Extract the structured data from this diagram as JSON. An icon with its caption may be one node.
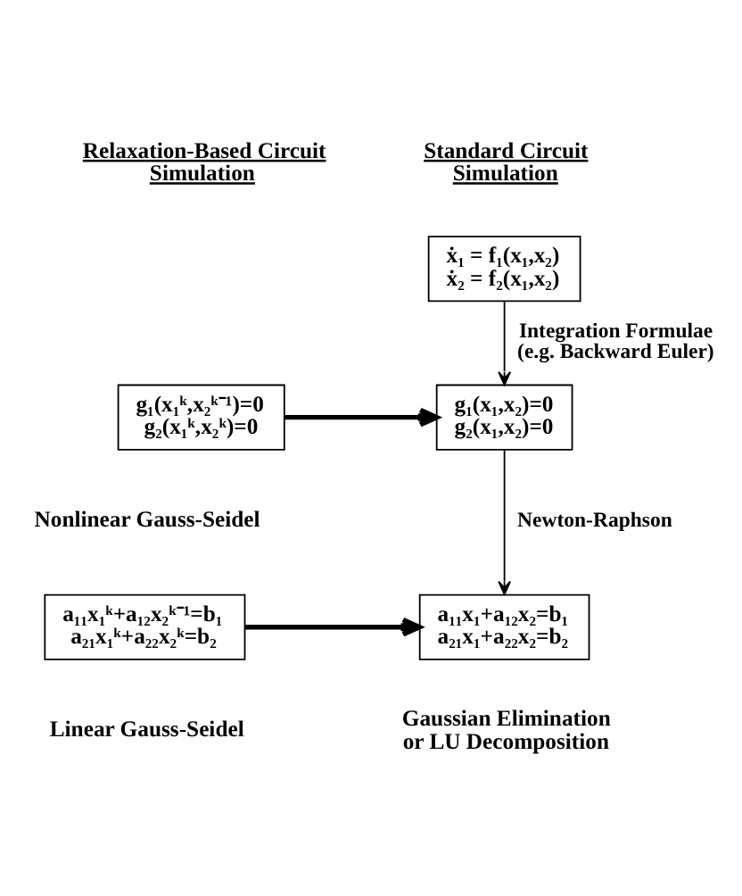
{
  "diagram": {
    "nodes": [
      {
        "text": [
          "ẋ₁ = f₁(x₁,x₂)",
          "ẋ₂ = f₂(x₁,x₂)"
        ]
      },
      {
        "text": [
          "g₁(x₁ᵏ,x₂ᵏ⁻¹)=0",
          "g₂(x₁ᵏ,x₂ᵏ)=0"
        ],
        "beside": [
          "Nonlinear Gauss-Seidel"
        ]
      },
      {
        "text": [
          "g₁(x₁,x₂)=0",
          "g₂(x₁,x₂)=0"
        ]
      },
      {
        "text": [
          "a₁₁x₁ᵏ+a₁₂x₂ᵏ⁻¹=b₁",
          "a₂₁x₁ᵏ+a₂₂x₂ᵏ=b₂"
        ],
        "beside": [
          "Linear Gauss-Seidel"
        ]
      },
      {
        "text": [
          "a₁₁x₁+a₁₂x₂=b₁",
          "a₂₁x₁+a₂₂x₂=b₂"
        ],
        "beside": [
          "Gaussian Elimination or LU Decomposition"
        ]
      }
    ],
    "edges": [
      {
        "from": 0,
        "to": 2,
        "arrow": "to",
        "label": "Integration Formulae (e.g. Backward Euler)"
      },
      {
        "from": 1,
        "to": 2,
        "arrow": "to",
        "style": "thick"
      },
      {
        "from": 2,
        "to": 4,
        "arrow": "to",
        "label": "Newton-Raphson"
      },
      {
        "from": 3,
        "to": 4,
        "arrow": "to",
        "style": "thick"
      }
    ],
    "labels": [
      "Relaxation-Based Circuit Simulation",
      "Standard Circuit Simulation"
    ]
  }
}
